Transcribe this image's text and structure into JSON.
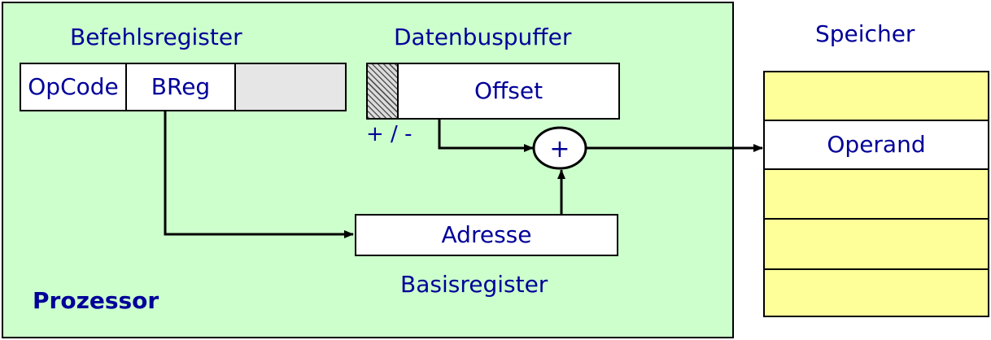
{
  "processor": {
    "title": "Prozessor",
    "background": "#ccffcc"
  },
  "instruction_register": {
    "title": "Befehlsregister",
    "fields": [
      "OpCode",
      "BReg",
      ""
    ]
  },
  "data_bus_buffer": {
    "title": "Datenbuspuffer",
    "field": "Offset",
    "sign_label": "+ / -"
  },
  "adder": {
    "symbol": "+"
  },
  "base_register": {
    "title": "Basisregister",
    "field": "Adresse"
  },
  "memory": {
    "title": "Speicher",
    "cells": [
      "",
      "Operand",
      "",
      "",
      ""
    ],
    "cell_color": "#ffff99",
    "highlight_color": "#ffffff"
  },
  "colors": {
    "text": "#000099",
    "stroke": "#000000",
    "empty_field": "#e6e6e6"
  }
}
